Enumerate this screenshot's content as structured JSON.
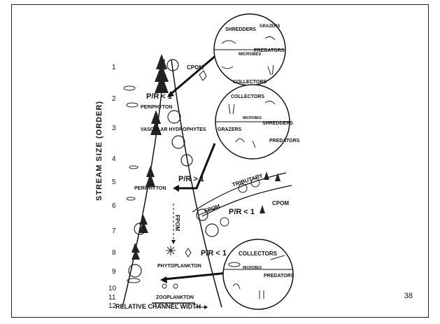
{
  "slide": {
    "page_number": "38"
  },
  "axis": {
    "label": "STREAM SIZE (ORDER)",
    "ticks": [
      "1",
      "2",
      "3",
      "4",
      "5",
      "6",
      "7",
      "8",
      "9",
      "10",
      "11",
      "12"
    ],
    "x_label": "RELATIVE CHANNEL WIDTH"
  },
  "labels": {
    "cpom_top": "CPOM",
    "pr_top": "P/R < 1",
    "periphyton_top": "PERIPHYTON",
    "vascular": "VASCULAR HYDROPHYTES",
    "pr_mid": "P/R > 1",
    "periphyton_mid": "PERIPHYTON",
    "fpom_vertical": "FPOM",
    "tributary": "TRIBUTARY",
    "fpom_trib": "FPOM",
    "pr_trib": "P/R < 1",
    "cpom_trib": "CPOM",
    "pr_low": "P/R < 1",
    "phytoplankton": "PHYTOPLANKTON",
    "zooplankton": "ZOOPLANKTON"
  },
  "circles": [
    {
      "shredders": "SHREDDERS",
      "grazers": "GRAZERS",
      "microbes": "MICROBES",
      "predators": "PREDATORS",
      "collectors": "COLLECTORS"
    },
    {
      "collectors": "COLLECTORS",
      "microbes": "MICROBES",
      "shredders": "SHREDDERS",
      "grazers": "GRAZERS",
      "predators": "PREDATORS"
    },
    {
      "collectors": "COLLECTORS",
      "microbes": "MICROBES",
      "predators": "PREDATORS"
    }
  ]
}
